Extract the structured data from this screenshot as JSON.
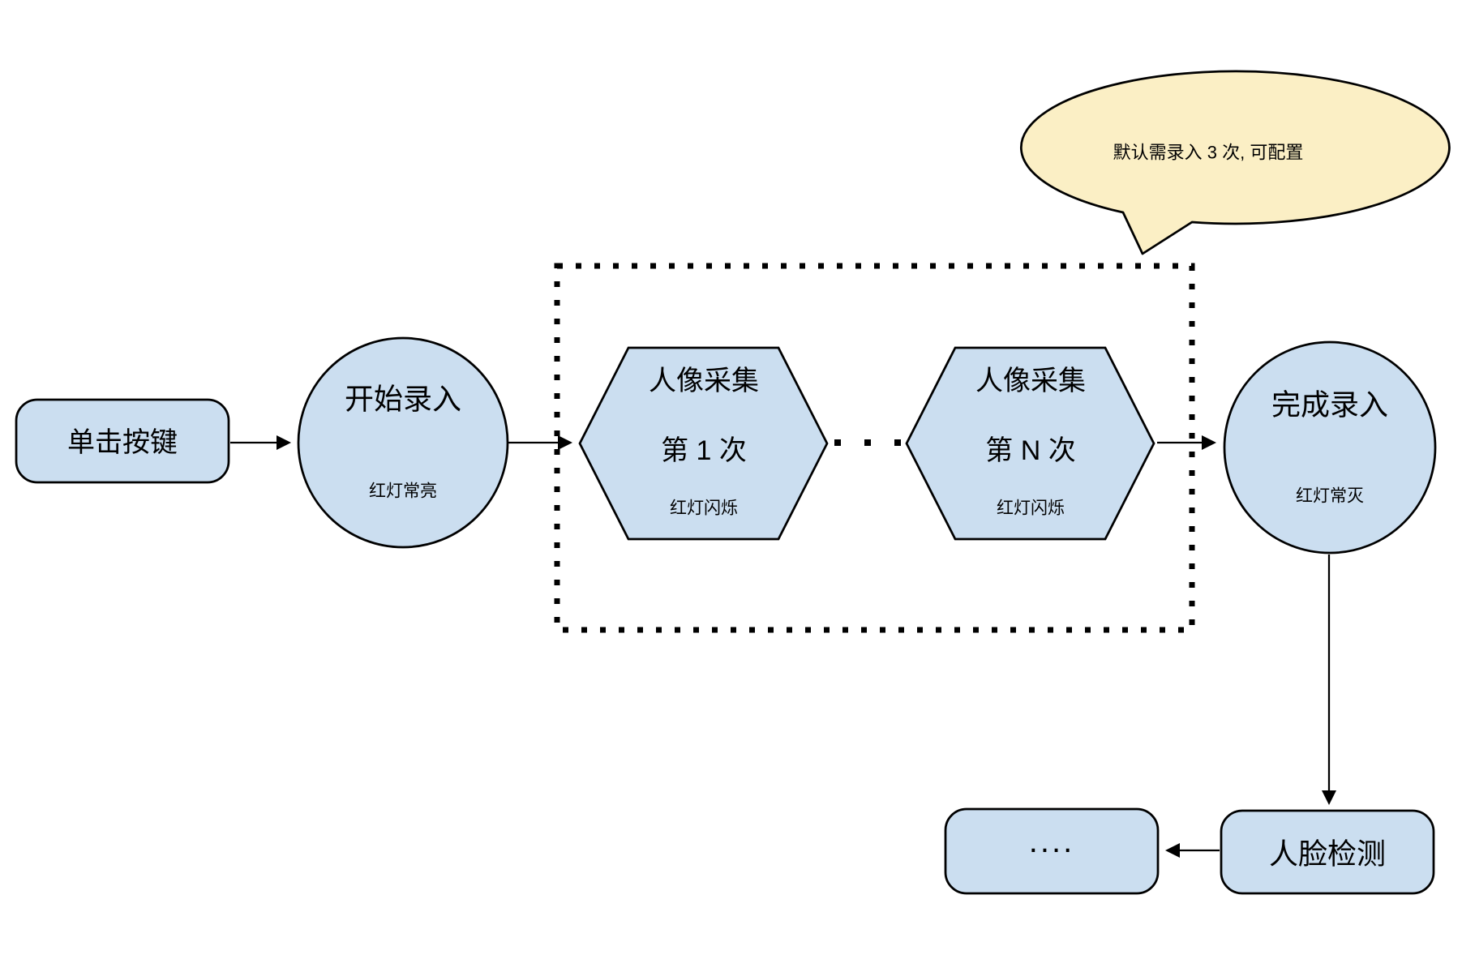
{
  "colors": {
    "node_fill": "#CBDEF0",
    "callout_fill": "#FBEFC5",
    "stroke": "#000000"
  },
  "nodes": {
    "click_button": {
      "label": "单击按键"
    },
    "start_enroll": {
      "title": "开始录入",
      "status": "红灯常亮"
    },
    "capture_first": {
      "title": "人像采集",
      "subtitle": "第 1 次",
      "status": "红灯闪烁"
    },
    "capture_nth": {
      "title": "人像采集",
      "subtitle": "第 N 次",
      "status": "红灯闪烁"
    },
    "finish_enroll": {
      "title": "完成录入",
      "status": "红灯常灭"
    },
    "face_detect": {
      "label": "人脸检测"
    },
    "continuation": {
      "label": "...."
    }
  },
  "callout": {
    "text": "默认需录入 3 次, 可配置"
  }
}
